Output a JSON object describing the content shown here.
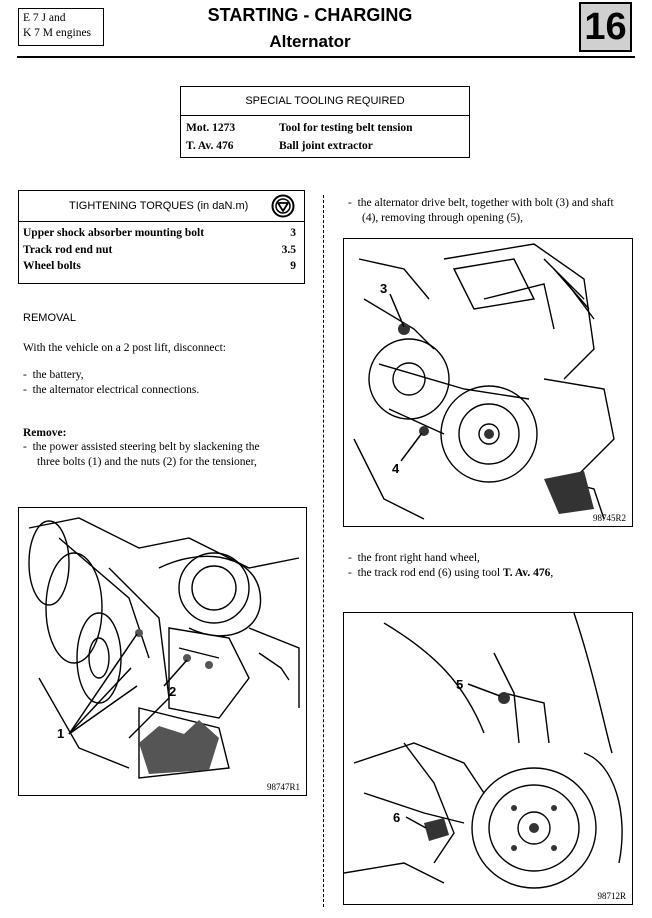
{
  "header": {
    "engines_line1": "E 7 J and",
    "engines_line2": "K 7 M engines",
    "title": "STARTING - CHARGING",
    "subtitle": "Alternator",
    "chapter": "16"
  },
  "special_tooling": {
    "heading": "SPECIAL TOOLING REQUIRED",
    "tools": [
      {
        "ref": "Mot. 1273",
        "desc": "Tool for testing belt tension"
      },
      {
        "ref": "T. Av. 476",
        "desc": "Ball joint extractor"
      }
    ]
  },
  "torques": {
    "heading": "TIGHTENING TORQUES (in daN.m)",
    "icon": "torque-wrench-icon",
    "items": [
      {
        "label": "Upper shock absorber mounting bolt",
        "value": "3"
      },
      {
        "label": "Track rod end nut",
        "value": "3.5"
      },
      {
        "label": "Wheel bolts",
        "value": "9"
      }
    ]
  },
  "removal": {
    "heading": "REMOVAL",
    "intro": "With the vehicle on a 2 post lift, disconnect:",
    "disconnect_items": [
      "the battery,",
      "the alternator electrical connections."
    ],
    "remove_heading": "Remove:",
    "remove_items_left": [
      "the power assisted steering belt by slackening the three bolts  (1) and the nuts (2) for the tensioner,"
    ],
    "remove_items_right_1": [
      "the alternator drive belt, together with bolt (3) and shaft (4), removing through opening (5),"
    ],
    "remove_items_right_2": [
      "the front right hand wheel,"
    ],
    "track_rod_prefix": "the track rod end (6) using tool ",
    "track_rod_tool": "T. Av. 476",
    "track_rod_suffix": ","
  },
  "figures": [
    {
      "ref": "98747R1",
      "callouts": [
        "1",
        "2"
      ]
    },
    {
      "ref": "98745R2",
      "callouts": [
        "3",
        "4"
      ]
    },
    {
      "ref": "98712R",
      "callouts": [
        "5",
        "6"
      ]
    }
  ]
}
